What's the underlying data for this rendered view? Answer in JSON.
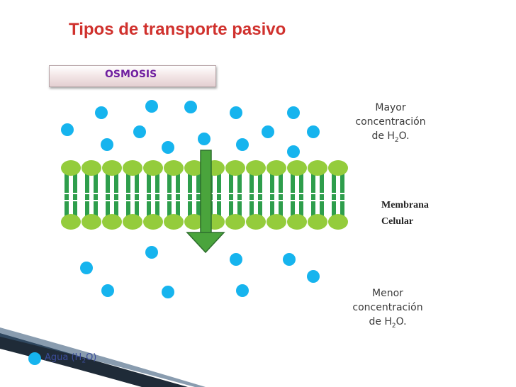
{
  "title": "Tipos de transporte pasivo",
  "panel_label": "OSMOSIS",
  "top_label": {
    "line1": "Mayor",
    "line2": "concentración",
    "line3_prefix": "de H",
    "line3_sub": "2",
    "line3_suffix": "O."
  },
  "membrane_label": {
    "line1": "Membrana",
    "line2": "Celular"
  },
  "bottom_label": {
    "line1": "Menor",
    "line2": "concentración",
    "line3_prefix": "de H",
    "line3_sub": "2",
    "line3_suffix": "O."
  },
  "legend": {
    "prefix": "Agua (H",
    "sub": "2",
    "suffix": "O)"
  },
  "colors": {
    "title": "#d0312d",
    "label": "#7020a0",
    "water": "#16b4ee",
    "lipid_head": "#94cc3c",
    "lipid_tail": "#2e9e4c",
    "arrow": "#4aa43c"
  }
}
